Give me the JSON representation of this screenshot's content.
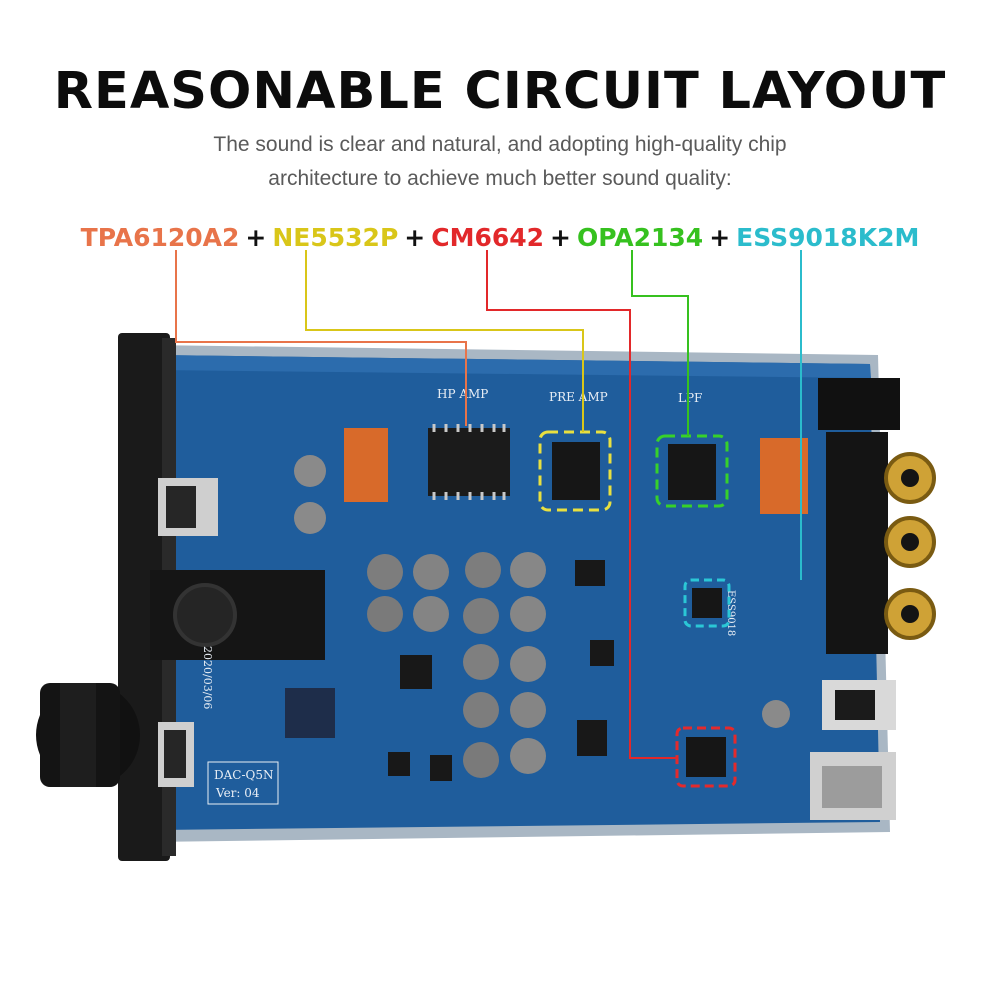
{
  "headline": "REASONABLE CIRCUIT LAYOUT",
  "subtitle": {
    "line1": "The sound is clear and natural, and adopting high-quality chip",
    "line2": "architecture to achieve much better sound quality:"
  },
  "chips": [
    {
      "label": "TPA6120A2",
      "color": "#e8744a"
    },
    {
      "label": "NE5532P",
      "color": "#d9c619"
    },
    {
      "label": "CM6642",
      "color": "#e2282a"
    },
    {
      "label": "OPA2134",
      "color": "#36c11f"
    },
    {
      "label": "ESS9018K2M",
      "color": "#2bbccc"
    }
  ],
  "plus_sign": "+",
  "board": {
    "colors": {
      "pcb": "#1f5d9c",
      "pcb_dark": "#163f6e",
      "frame": "#a9b7c4",
      "panel": "#1a1a1a"
    },
    "silkscreen": {
      "hp_amp": "HP AMP",
      "pre_amp": "PRE AMP",
      "lpf": "LPF",
      "ess9018": "ESS9018",
      "date": "2020/03/06",
      "model": "DAC-Q5N",
      "version": "Ver: 04"
    }
  }
}
